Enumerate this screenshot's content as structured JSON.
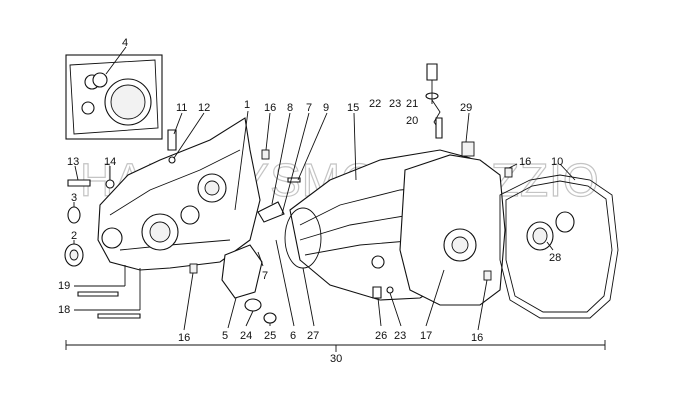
{
  "diagram": {
    "watermark": "HARLEYSMOTORIZZIO",
    "callouts": [
      {
        "id": "c4",
        "label": "4"
      },
      {
        "id": "c11",
        "label": "11"
      },
      {
        "id": "c12",
        "label": "12"
      },
      {
        "id": "c1",
        "label": "1"
      },
      {
        "id": "c16a",
        "label": "16"
      },
      {
        "id": "c8",
        "label": "8"
      },
      {
        "id": "c7a",
        "label": "7"
      },
      {
        "id": "c9",
        "label": "9"
      },
      {
        "id": "c15",
        "label": "15"
      },
      {
        "id": "c22",
        "label": "22"
      },
      {
        "id": "c23a",
        "label": "23"
      },
      {
        "id": "c21",
        "label": "21"
      },
      {
        "id": "c20",
        "label": "20"
      },
      {
        "id": "c29",
        "label": "29"
      },
      {
        "id": "c13",
        "label": "13"
      },
      {
        "id": "c14",
        "label": "14"
      },
      {
        "id": "c3",
        "label": "3"
      },
      {
        "id": "c2",
        "label": "2"
      },
      {
        "id": "c19",
        "label": "19"
      },
      {
        "id": "c18",
        "label": "18"
      },
      {
        "id": "c16b",
        "label": "16"
      },
      {
        "id": "c5",
        "label": "5"
      },
      {
        "id": "c24",
        "label": "24"
      },
      {
        "id": "c25",
        "label": "25"
      },
      {
        "id": "c7b",
        "label": "7"
      },
      {
        "id": "c6",
        "label": "6"
      },
      {
        "id": "c27",
        "label": "27"
      },
      {
        "id": "c26",
        "label": "26"
      },
      {
        "id": "c23b",
        "label": "23"
      },
      {
        "id": "c17",
        "label": "17"
      },
      {
        "id": "c16c",
        "label": "16"
      },
      {
        "id": "c16d",
        "label": "16"
      },
      {
        "id": "c10",
        "label": "10"
      },
      {
        "id": "c28",
        "label": "28"
      },
      {
        "id": "c30",
        "label": "30"
      }
    ]
  }
}
